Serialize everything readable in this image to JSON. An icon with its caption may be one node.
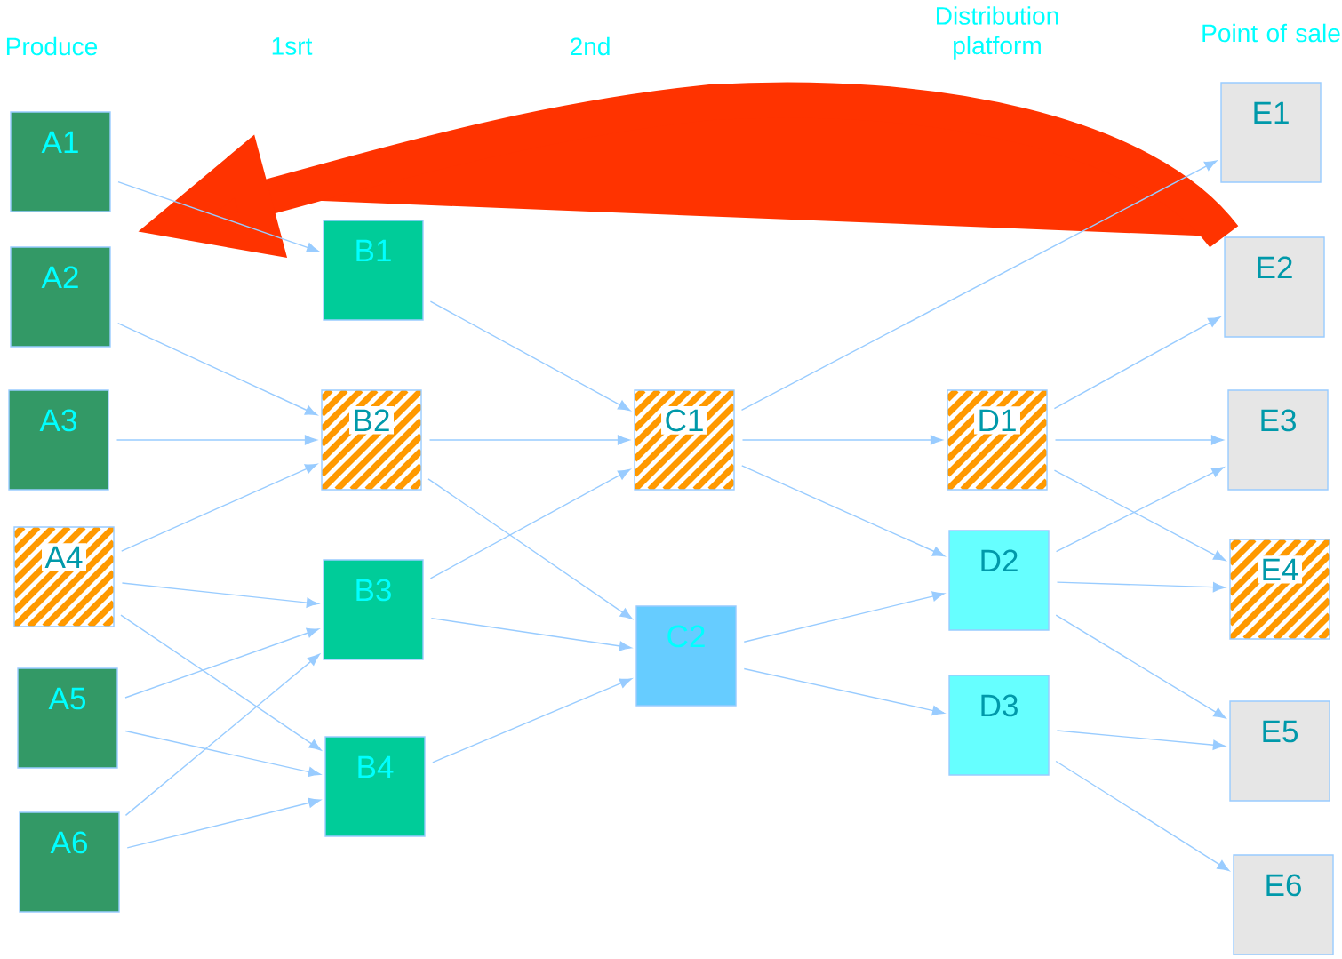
{
  "diagram": {
    "nodes": [
      {
        "text": [
          "A1"
        ]
      },
      {
        "text": [
          "A2"
        ]
      },
      {
        "text": [
          "A3"
        ]
      },
      {
        "text": [
          "A4"
        ]
      },
      {
        "text": [
          "A5"
        ]
      },
      {
        "text": [
          "A6"
        ]
      },
      {
        "text": [
          "B1"
        ]
      },
      {
        "text": [
          "B2"
        ]
      },
      {
        "text": [
          "B3"
        ]
      },
      {
        "text": [
          "B4"
        ]
      },
      {
        "text": [
          "C1"
        ]
      },
      {
        "text": [
          "C2"
        ]
      },
      {
        "text": [
          "D1"
        ]
      },
      {
        "text": [
          "D2"
        ]
      },
      {
        "text": [
          "D3"
        ]
      },
      {
        "text": [
          "E1"
        ]
      },
      {
        "text": [
          "E2"
        ]
      },
      {
        "text": [
          "E3"
        ]
      },
      {
        "text": [
          "E4"
        ]
      },
      {
        "text": [
          "E5"
        ]
      },
      {
        "text": [
          "E6"
        ]
      }
    ],
    "edges": [
      {
        "from": 0,
        "to": 6,
        "arrow": "to"
      },
      {
        "from": 1,
        "to": 7,
        "arrow": "to"
      },
      {
        "from": 2,
        "to": 7,
        "arrow": "to"
      },
      {
        "from": 3,
        "to": 7,
        "arrow": "to"
      },
      {
        "from": 3,
        "to": 8,
        "arrow": "to"
      },
      {
        "from": 3,
        "to": 9,
        "arrow": "to"
      },
      {
        "from": 4,
        "to": 8,
        "arrow": "to"
      },
      {
        "from": 4,
        "to": 9,
        "arrow": "to"
      },
      {
        "from": 5,
        "to": 8,
        "arrow": "to"
      },
      {
        "from": 5,
        "to": 9,
        "arrow": "to"
      },
      {
        "from": 6,
        "to": 10,
        "arrow": "to"
      },
      {
        "from": 7,
        "to": 10,
        "arrow": "to"
      },
      {
        "from": 7,
        "to": 11,
        "arrow": "to"
      },
      {
        "from": 8,
        "to": 10,
        "arrow": "to"
      },
      {
        "from": 8,
        "to": 11,
        "arrow": "to"
      },
      {
        "from": 9,
        "to": 11,
        "arrow": "to"
      },
      {
        "from": 10,
        "to": 15,
        "arrow": "to"
      },
      {
        "from": 10,
        "to": 12,
        "arrow": "to"
      },
      {
        "from": 10,
        "to": 13,
        "arrow": "to"
      },
      {
        "from": 11,
        "to": 13,
        "arrow": "to"
      },
      {
        "from": 11,
        "to": 14,
        "arrow": "to"
      },
      {
        "from": 12,
        "to": 16,
        "arrow": "to"
      },
      {
        "from": 12,
        "to": 17,
        "arrow": "to"
      },
      {
        "from": 12,
        "to": 18,
        "arrow": "to"
      },
      {
        "from": 13,
        "to": 17,
        "arrow": "to"
      },
      {
        "from": 13,
        "to": 18,
        "arrow": "to"
      },
      {
        "from": 13,
        "to": 19,
        "arrow": "to"
      },
      {
        "from": 14,
        "to": 19,
        "arrow": "to"
      },
      {
        "from": 14,
        "to": 20,
        "arrow": "to"
      },
      {
        "from": 16,
        "to": null,
        "arrow": "to",
        "style": "thick",
        "color": "#ff3300"
      }
    ],
    "labels": [
      "Produce",
      "1srt",
      "2nd",
      "Distribution platform",
      "Point of sale"
    ]
  }
}
